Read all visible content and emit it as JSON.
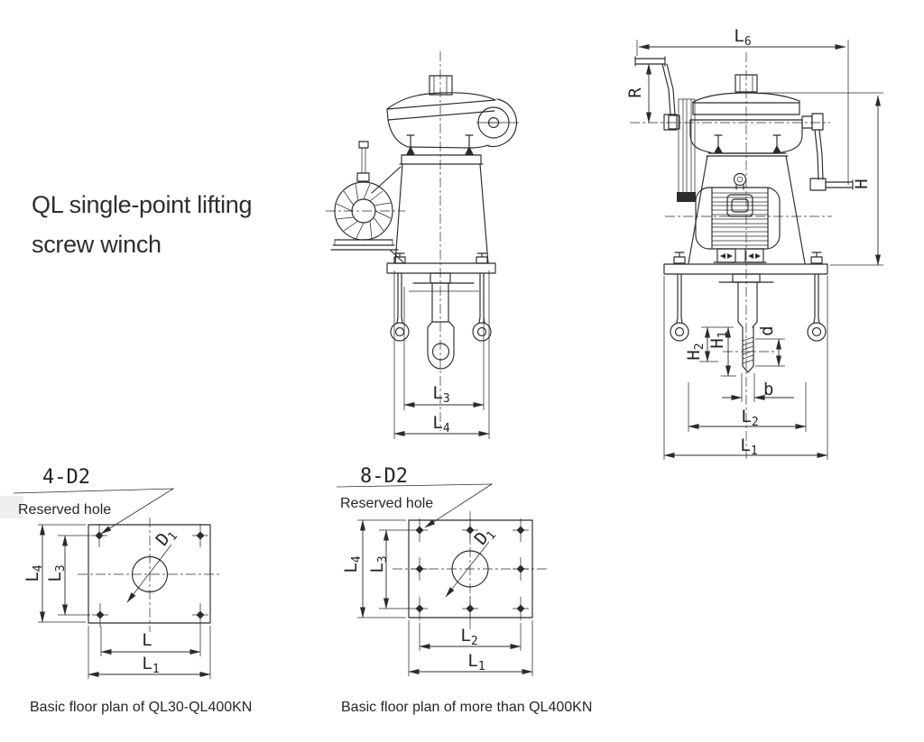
{
  "title": {
    "line1": "QL single-point lifting",
    "line2": "screw winch"
  },
  "front_view": {
    "dims": {
      "l3": {
        "base": "L",
        "sub": "3"
      },
      "l4": {
        "base": "L",
        "sub": "4"
      }
    }
  },
  "side_view": {
    "dims": {
      "l6": {
        "base": "L",
        "sub": "6"
      },
      "r": {
        "base": "R",
        "sub": ""
      },
      "h": {
        "base": "H",
        "sub": ""
      },
      "h1": {
        "base": "H",
        "sub": "1"
      },
      "h2": {
        "base": "H",
        "sub": "2"
      },
      "d": {
        "base": "d",
        "sub": ""
      },
      "b": {
        "base": "b",
        "sub": ""
      },
      "l2": {
        "base": "L",
        "sub": "2"
      },
      "l1": {
        "base": "L",
        "sub": "1"
      }
    }
  },
  "plan_small": {
    "label": "4-D2",
    "note": "Reserved hole",
    "caption": "Basic floor plan of QL30-QL400KN",
    "dims": {
      "d1": {
        "base": "D",
        "sub": "1"
      },
      "l4": {
        "base": "L",
        "sub": "4"
      },
      "l3": {
        "base": "L",
        "sub": "3"
      },
      "l": {
        "base": "L",
        "sub": ""
      },
      "l1": {
        "base": "L",
        "sub": "1"
      }
    }
  },
  "plan_large": {
    "label": "8-D2",
    "note": "Reserved hole",
    "caption": "Basic floor plan of more than QL400KN",
    "dims": {
      "d1": {
        "base": "D",
        "sub": "1"
      },
      "l4": {
        "base": "L",
        "sub": "4"
      },
      "l3": {
        "base": "L",
        "sub": "3"
      },
      "l2": {
        "base": "L",
        "sub": "2"
      },
      "l1": {
        "base": "L",
        "sub": "1"
      }
    }
  },
  "colors": {
    "line": "#2b2b2b",
    "text": "#242424",
    "background": "#ffffff"
  }
}
